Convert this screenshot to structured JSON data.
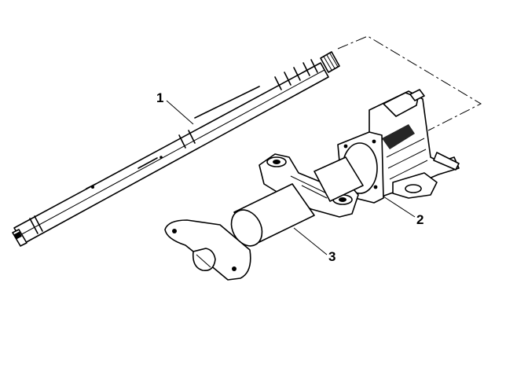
{
  "diagram": {
    "callouts": [
      {
        "id": "shaft",
        "label": "1"
      },
      {
        "id": "housing",
        "label": "2"
      },
      {
        "id": "jacket",
        "label": "3"
      }
    ]
  }
}
